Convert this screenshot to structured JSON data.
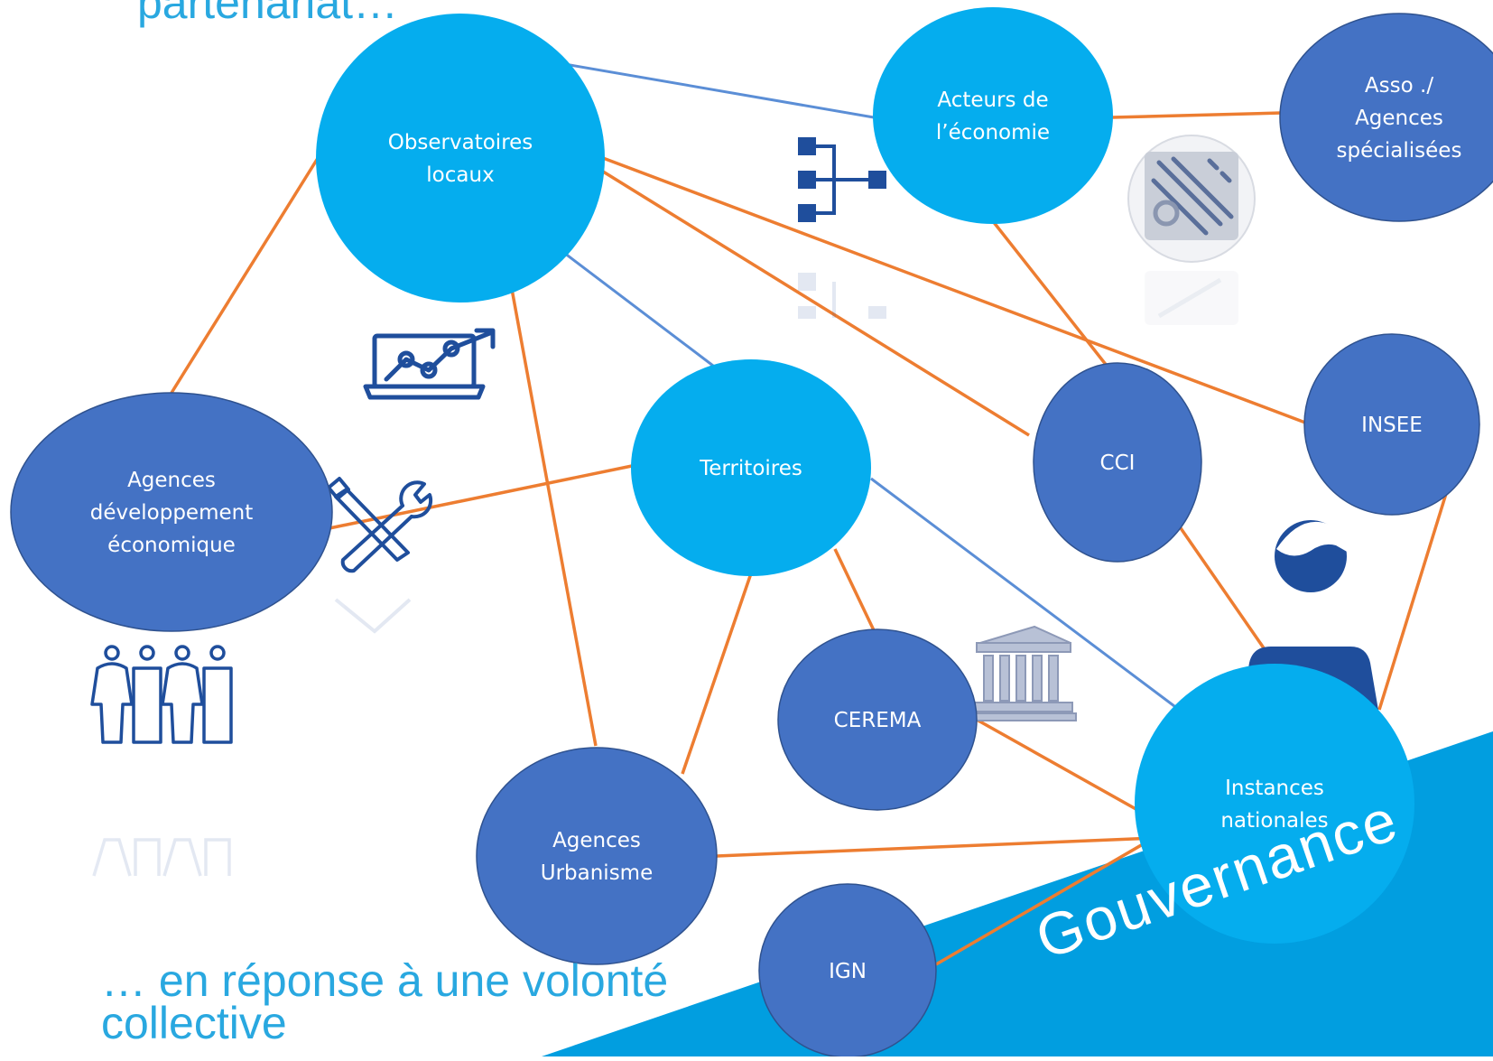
{
  "headings": {
    "top": "partenariat…",
    "bottom_line1": "… en réponse à une volonté",
    "bottom_line2": "collective"
  },
  "banner": {
    "label": "Gouvernance",
    "color": "#019ee0"
  },
  "colors": {
    "light_node": "#05adee",
    "dark_node": "#4472c4",
    "orange_link": "#ed7d31",
    "blue_link": "#5b8ed6",
    "icon": "#1f4e9c"
  },
  "nodes": [
    {
      "id": "observatoires",
      "lines": [
        "Observatoires",
        "locaux"
      ],
      "style": "light"
    },
    {
      "id": "acteurs",
      "lines": [
        "Acteurs de",
        "l’économie"
      ],
      "style": "light"
    },
    {
      "id": "asso",
      "lines": [
        "Asso ./",
        "Agences",
        "spécialisées"
      ],
      "style": "dark"
    },
    {
      "id": "territoires",
      "lines": [
        "Territoires"
      ],
      "style": "light"
    },
    {
      "id": "cci",
      "lines": [
        "CCI"
      ],
      "style": "dark"
    },
    {
      "id": "insee",
      "lines": [
        "INSEE"
      ],
      "style": "dark"
    },
    {
      "id": "agences-dev",
      "lines": [
        "Agences",
        "développement",
        "économique"
      ],
      "style": "dark"
    },
    {
      "id": "cerema",
      "lines": [
        "CEREMA"
      ],
      "style": "dark"
    },
    {
      "id": "agences-urba",
      "lines": [
        "Agences",
        "Urbanisme"
      ],
      "style": "dark"
    },
    {
      "id": "instances",
      "lines": [
        "Instances",
        "nationales"
      ],
      "style": "light"
    },
    {
      "id": "ign",
      "lines": [
        "IGN"
      ],
      "style": "dark"
    }
  ],
  "links": [
    {
      "from": "observatoires",
      "to": "acteurs",
      "style": "blue"
    },
    {
      "from": "observatoires",
      "to": "territoires",
      "style": "blue"
    },
    {
      "from": "territoires",
      "to": "instances",
      "style": "blue"
    },
    {
      "from": "acteurs",
      "to": "asso",
      "style": "orange"
    },
    {
      "from": "acteurs",
      "to": "cci",
      "style": "orange"
    },
    {
      "from": "observatoires",
      "to": "agences-dev",
      "style": "orange"
    },
    {
      "from": "observatoires",
      "to": "cci",
      "style": "orange"
    },
    {
      "from": "observatoires",
      "to": "insee",
      "style": "orange"
    },
    {
      "from": "observatoires",
      "to": "agences-urba",
      "style": "orange"
    },
    {
      "from": "territoires",
      "to": "agences-dev",
      "style": "orange"
    },
    {
      "from": "territoires",
      "to": "agences-urba",
      "style": "orange"
    },
    {
      "from": "territoires",
      "to": "cerema",
      "style": "orange"
    },
    {
      "from": "cci",
      "to": "instances",
      "style": "orange"
    },
    {
      "from": "insee",
      "to": "instances",
      "style": "orange"
    },
    {
      "from": "cerema",
      "to": "instances",
      "style": "orange"
    },
    {
      "from": "agences-urba",
      "to": "instances",
      "style": "orange"
    },
    {
      "from": "ign",
      "to": "instances",
      "style": "orange"
    }
  ],
  "icons": [
    {
      "name": "hierarchy-icon"
    },
    {
      "name": "toolbox-icon"
    },
    {
      "name": "analytics-laptop-icon"
    },
    {
      "name": "tools-cross-icon"
    },
    {
      "name": "people-group-icon"
    },
    {
      "name": "bank-building-icon"
    },
    {
      "name": "person-icon"
    }
  ]
}
